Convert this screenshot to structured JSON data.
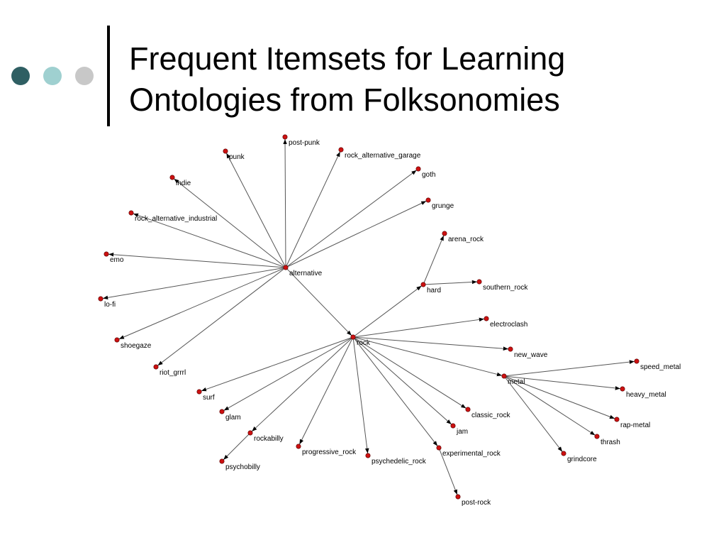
{
  "slide": {
    "title_line1": "Frequent Itemsets for Learning",
    "title_line2": "Ontologies from Folksonomies"
  },
  "colors": {
    "dot_dark": "#2f5f63",
    "dot_light": "#9fd0d0",
    "dot_gray": "#c8c8c8",
    "title_bar": "#000000",
    "node": "#cc1111",
    "edge": "#555555"
  },
  "graph": {
    "nodes": [
      {
        "id": "alternative",
        "label": "alternative"
      },
      {
        "id": "rock",
        "label": "rock"
      },
      {
        "id": "post-punk",
        "label": "post-punk"
      },
      {
        "id": "punk",
        "label": "punk"
      },
      {
        "id": "rock_alternative_garage",
        "label": "rock_alternative_garage"
      },
      {
        "id": "goth",
        "label": "goth"
      },
      {
        "id": "indie",
        "label": "indie"
      },
      {
        "id": "grunge",
        "label": "grunge"
      },
      {
        "id": "rock_alternative_industrial",
        "label": "rock_alternative_industrial"
      },
      {
        "id": "emo",
        "label": "emo"
      },
      {
        "id": "lo-fi",
        "label": "lo-fi"
      },
      {
        "id": "shoegaze",
        "label": "shoegaze"
      },
      {
        "id": "riot_grrrl",
        "label": "riot_grrrl"
      },
      {
        "id": "arena_rock",
        "label": "arena_rock"
      },
      {
        "id": "hard",
        "label": "hard"
      },
      {
        "id": "southern_rock",
        "label": "southern_rock"
      },
      {
        "id": "electroclash",
        "label": "electroclash"
      },
      {
        "id": "new_wave",
        "label": "new_wave"
      },
      {
        "id": "metal",
        "label": "metal"
      },
      {
        "id": "speed_metal",
        "label": "speed_metal"
      },
      {
        "id": "heavy_metal",
        "label": "heavy_metal"
      },
      {
        "id": "rap-metal",
        "label": "rap-metal"
      },
      {
        "id": "thrash",
        "label": "thrash"
      },
      {
        "id": "grindcore",
        "label": "grindcore"
      },
      {
        "id": "classic_rock",
        "label": "classic_rock"
      },
      {
        "id": "jam",
        "label": "jam"
      },
      {
        "id": "experimental_rock",
        "label": "experimental_rock"
      },
      {
        "id": "post-rock",
        "label": "post-rock"
      },
      {
        "id": "psychedelic_rock",
        "label": "psychedelic_rock"
      },
      {
        "id": "progressive_rock",
        "label": "progressive_rock"
      },
      {
        "id": "surf",
        "label": "surf"
      },
      {
        "id": "glam",
        "label": "glam"
      },
      {
        "id": "rockabilly",
        "label": "rockabilly"
      },
      {
        "id": "psychobilly",
        "label": "psychobilly"
      }
    ],
    "edges": [
      [
        "alternative",
        "post-punk"
      ],
      [
        "alternative",
        "punk"
      ],
      [
        "alternative",
        "rock_alternative_garage"
      ],
      [
        "alternative",
        "goth"
      ],
      [
        "alternative",
        "indie"
      ],
      [
        "alternative",
        "grunge"
      ],
      [
        "alternative",
        "rock_alternative_industrial"
      ],
      [
        "alternative",
        "emo"
      ],
      [
        "alternative",
        "lo-fi"
      ],
      [
        "alternative",
        "shoegaze"
      ],
      [
        "alternative",
        "riot_grrrl"
      ],
      [
        "alternative",
        "rock"
      ],
      [
        "rock",
        "hard"
      ],
      [
        "hard",
        "arena_rock"
      ],
      [
        "hard",
        "southern_rock"
      ],
      [
        "rock",
        "electroclash"
      ],
      [
        "rock",
        "new_wave"
      ],
      [
        "rock",
        "metal"
      ],
      [
        "metal",
        "speed_metal"
      ],
      [
        "metal",
        "heavy_metal"
      ],
      [
        "metal",
        "rap-metal"
      ],
      [
        "metal",
        "thrash"
      ],
      [
        "metal",
        "grindcore"
      ],
      [
        "rock",
        "classic_rock"
      ],
      [
        "rock",
        "jam"
      ],
      [
        "rock",
        "experimental_rock"
      ],
      [
        "experimental_rock",
        "post-rock"
      ],
      [
        "rock",
        "psychedelic_rock"
      ],
      [
        "rock",
        "progressive_rock"
      ],
      [
        "rock",
        "surf"
      ],
      [
        "rock",
        "glam"
      ],
      [
        "rock",
        "rockabilly"
      ],
      [
        "rockabilly",
        "psychobilly"
      ]
    ]
  }
}
